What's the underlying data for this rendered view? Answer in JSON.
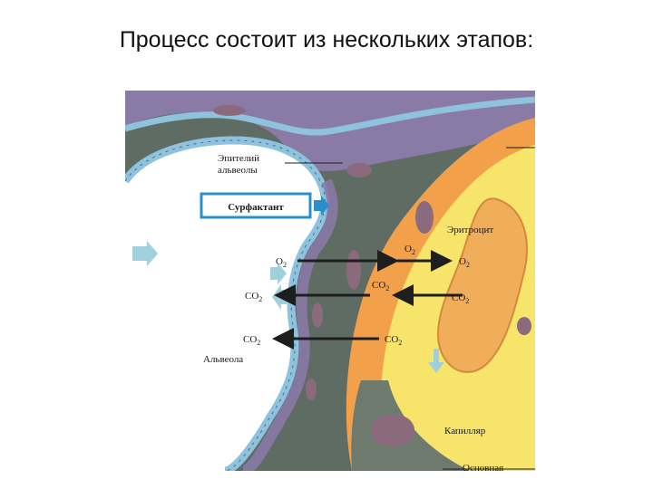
{
  "slide": {
    "title": "Процесс состоит из нескольких этапов:"
  },
  "diagram": {
    "labels": {
      "epithelium_line1": "Эпителий",
      "epithelium_line2": "альвеолы",
      "surfactant": "Сурфактант",
      "erythrocyte": "Эритроцит",
      "alveolus": "Альвеола",
      "capillary": "Капилляр",
      "basement": "Основная",
      "o2": "O",
      "co2": "CO",
      "subscript_2": "2"
    },
    "colors": {
      "alveolus_space": "#ffffff",
      "epithelium_blue": "#8fc3dd",
      "tissue_purple": "#8a7aa6",
      "interstitium": "#5d6a63",
      "capillary_orange": "#f2a04a",
      "plasma_yellow": "#f7e46a",
      "erythrocyte": "#f0ad5a",
      "nucleus": "#8a6a7c",
      "arrow_dark": "#1e1e1e",
      "arrow_light": "#9fd0dc",
      "surfactant_box": "#2a8fc9"
    }
  }
}
